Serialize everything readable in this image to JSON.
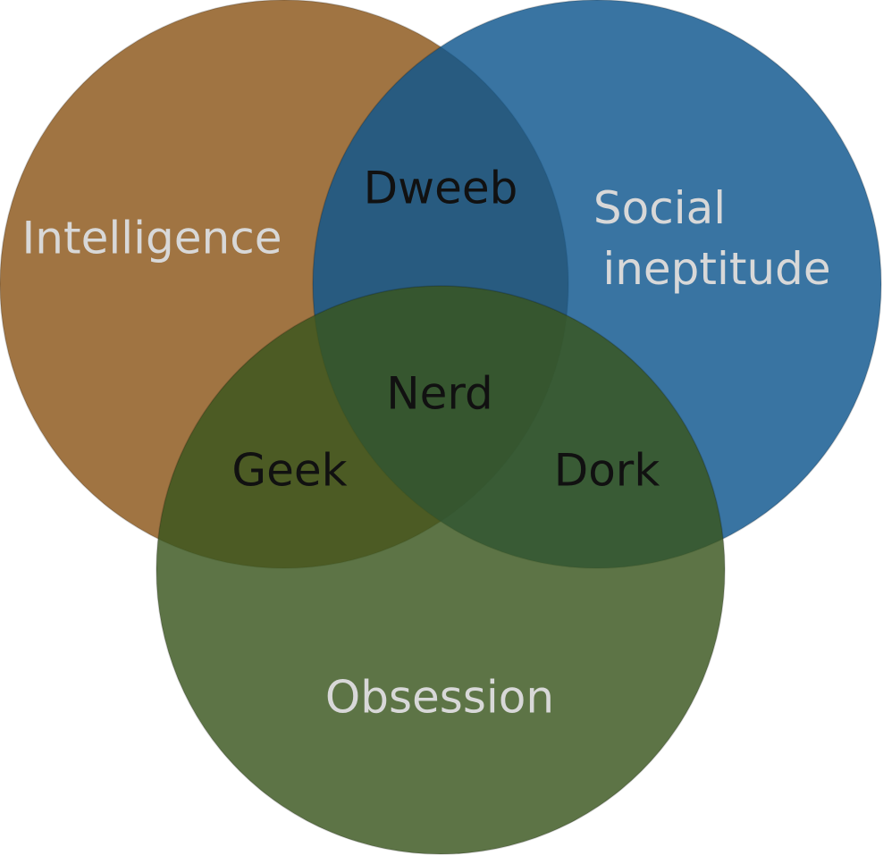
{
  "sets": [
    {
      "key": "intelligence",
      "label": "Intelligence",
      "color": "#8B5519"
    },
    {
      "key": "social",
      "label_lines": [
        "Social",
        "ineptitude"
      ],
      "color": "#0E568E"
    },
    {
      "key": "obsession",
      "label": "Obsession",
      "color": "#39561D"
    }
  ],
  "regions": {
    "intelligence_social": "Dweeb",
    "intelligence_obsession": "Geek",
    "social_obsession": "Dork",
    "all_three": "Nerd"
  },
  "colors": {
    "set_label_text": "#d8d8d8",
    "region_label_text": "#111111",
    "circle_opacity": 0.82
  }
}
